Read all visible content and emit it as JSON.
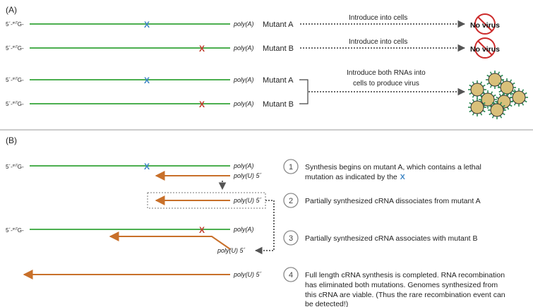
{
  "panel_a": {
    "label": "(A)",
    "rows": [
      {
        "cap": "5´-",
        "m7": "m7",
        "g": "G-",
        "polyA": "poly(A)",
        "mutant": "Mutant A",
        "mutation_color": "#3b84c4",
        "action": "Introduce into cells",
        "result": "No virus"
      },
      {
        "cap": "5´-",
        "m7": "m7",
        "g": "G-",
        "polyA": "poly(A)",
        "mutant": "Mutant B",
        "mutation_color": "#c0392b",
        "action": "Introduce into cells",
        "result": "No virus"
      },
      {
        "cap": "5´-",
        "m7": "m7",
        "g": "G-",
        "polyA": "poly(A)",
        "mutant": "Mutant A",
        "mutation_color": "#3b84c4"
      },
      {
        "cap": "5´-",
        "m7": "m7",
        "g": "G-",
        "polyA": "poly(A)",
        "mutant": "Mutant B",
        "mutation_color": "#c0392b"
      }
    ],
    "both_action_line1": "Introduce both RNAs into",
    "both_action_line2": "cells to produce virus"
  },
  "panel_b": {
    "label": "(B)",
    "mutation_mark": "X",
    "cap": "5´-",
    "m7": "m7",
    "g": "G-",
    "polyA": "poly(A)",
    "polyU": "poly(U) 5´",
    "steps": [
      {
        "num": "1",
        "line1": "Synthesis begins on mutant A, which contains a lethal",
        "line2": "mutation as indicated by the",
        "x_mark": "X"
      },
      {
        "num": "2",
        "line1": "Partially synthesized cRNA dissociates from mutant A"
      },
      {
        "num": "3",
        "line1": "Partially synthesized cRNA associates with mutant B"
      },
      {
        "num": "4",
        "line1": "Full length cRNA synthesis is completed. RNA recombination",
        "line2": "has eliminated both mutations. Genomes synthesized from",
        "line3": "this cRNA are viable. (Thus the rare recombination event can",
        "line4": "be detected!)"
      }
    ]
  },
  "colors": {
    "rna": "#4caf50",
    "crna": "#c8702a",
    "mutA": "#3b84c4",
    "mutB": "#c0392b",
    "no_sign": "#cc2b2b",
    "virion": "#d9c07a",
    "spike": "#2e8b57",
    "arrow": "#555555",
    "text": "#222222"
  }
}
